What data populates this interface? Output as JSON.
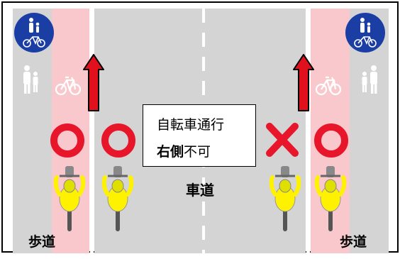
{
  "labels": {
    "sidewalk_left": "歩道",
    "sidewalk_right": "歩道",
    "roadway": "車道"
  },
  "notice": {
    "line1": "自転車通行",
    "line2_bold": "右側",
    "line2_rest": "不可"
  },
  "colors": {
    "frame": "#000000",
    "sidewalk": "#d4d4d4",
    "bike_lane": "#f9c8cc",
    "roadway": "#d4d4d4",
    "lane_line": "#ffffff",
    "ok_mark": "#e8162a",
    "ng_mark": "#e8162a",
    "arrow_fill": "#e0101c",
    "sign_blue": "#1b3ea5",
    "cyclist": "#fff200"
  },
  "marks": {
    "ok_symbol": "circle",
    "ng_symbol": "cross"
  },
  "icons": [
    "pedestrian-bicycle-sign-icon",
    "pedestrian-icon",
    "bicycle-icon",
    "up-arrow-icon",
    "cyclist-icon"
  ]
}
